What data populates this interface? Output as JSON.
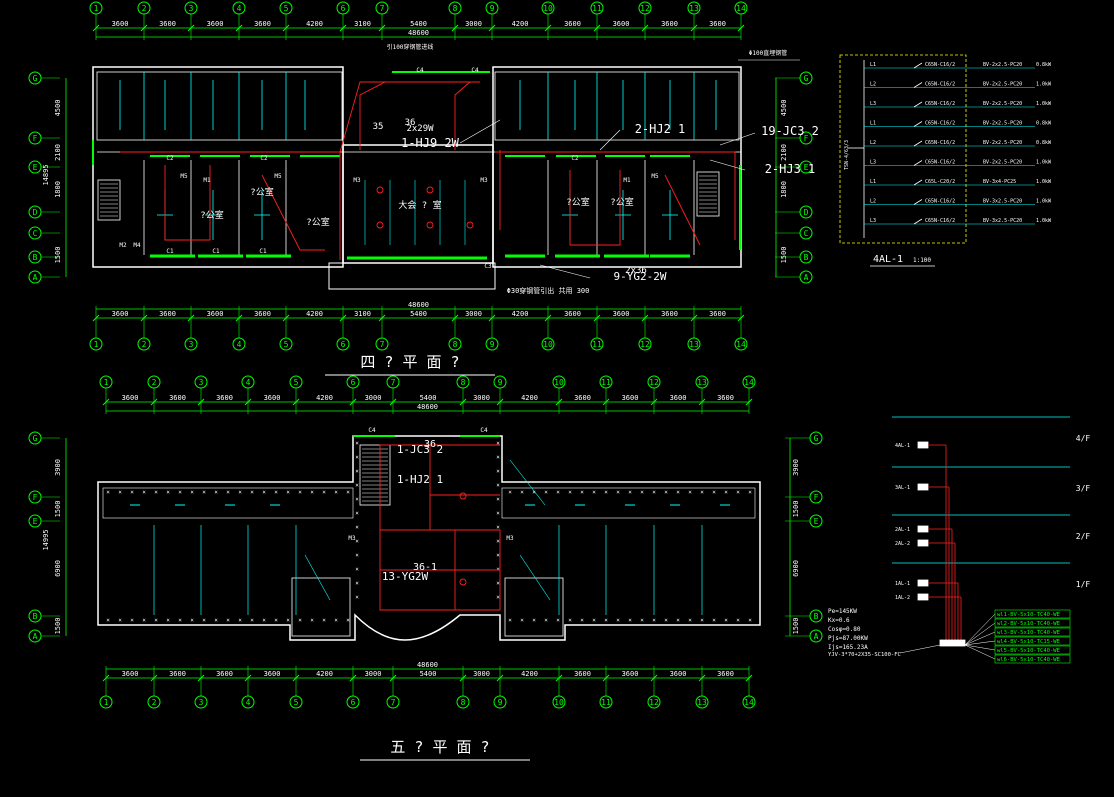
{
  "colors": {
    "background": "#000000",
    "axis": "#00ff00",
    "wall": "#ffffff",
    "wire": "#ff2020",
    "fixture": "#00ffff",
    "label": "#ffffff",
    "panel": "#ffff00",
    "highlight": "#00ff00"
  },
  "plan4": {
    "title": "四 ? 平 面 ?",
    "axis_labels": [
      "1",
      "2",
      "3",
      "4",
      "5",
      "6",
      "7",
      "8",
      "9",
      "10",
      "11",
      "12",
      "13",
      "14"
    ],
    "span_labels": [
      "3600",
      "3600",
      "3600",
      "3600",
      "4200",
      "3100",
      "5400",
      "3000",
      "4200",
      "3600",
      "3600",
      "3600",
      "3600"
    ],
    "total_length": "48600",
    "row_labels": [
      "G",
      "F",
      "E",
      "D",
      "C",
      "B",
      "A"
    ],
    "left_dims": [
      "4500",
      "2100",
      "1800",
      "1500"
    ],
    "left_total": "14895",
    "right_dims": [
      "4500",
      "2100",
      "1800",
      "1500"
    ],
    "room_names": [
      "?公室",
      "?公室",
      "?公室",
      "大会 ? 室",
      "?公室",
      "?公室"
    ],
    "door_tags": [
      "C1",
      "C1",
      "C1",
      "C2",
      "C2",
      "C2",
      "C3",
      "C4",
      "C4",
      "M1",
      "M1",
      "M2",
      "M3",
      "M3",
      "M4",
      "M5",
      "M5",
      "M5"
    ],
    "annotations": [
      {
        "text": "1-HJ9 2W",
        "color": "white"
      },
      {
        "text": "2-HJ2 1",
        "color": "white"
      },
      {
        "text": "19-JC3 2",
        "color": "white"
      },
      {
        "text": "2-HJ3 1",
        "color": "white"
      },
      {
        "text": "9-YG2-2W",
        "color": "white"
      },
      {
        "text": "2x36",
        "color": "white"
      },
      {
        "text": "36",
        "color": "white"
      },
      {
        "text": "2x29W",
        "color": "white"
      },
      {
        "text": "35",
        "color": "white"
      }
    ],
    "top_note": "引100穿钢管进线",
    "right_note": "Φ100直埋钢管",
    "bottom_note": "Φ30穿钢管引出 共用 300"
  },
  "plan5": {
    "title": "五 ? 平 面 ?",
    "axis_labels": [
      "1",
      "2",
      "3",
      "4",
      "5",
      "6",
      "7",
      "8",
      "9",
      "10",
      "11",
      "12",
      "13",
      "14"
    ],
    "span_labels": [
      "3600",
      "3600",
      "3600",
      "3600",
      "4200",
      "3000",
      "5400",
      "3000",
      "4200",
      "3600",
      "3600",
      "3600",
      "3600"
    ],
    "total_length": "48600",
    "row_labels": [
      "G",
      "F",
      "E",
      "B",
      "A"
    ],
    "left_dims": [
      "3900",
      "1500",
      "6900",
      "1500"
    ],
    "left_total": "14995",
    "right_dims": [
      "3900",
      "1500",
      "6900",
      "1500"
    ],
    "annotations": [
      {
        "text": "1-JC3 2",
        "color": "white"
      },
      {
        "text": "1-HJ2 1",
        "color": "white"
      },
      {
        "text": "13-YG2W",
        "color": "white"
      },
      {
        "text": "36",
        "color": "white"
      },
      {
        "text": "36-1",
        "color": "white"
      }
    ],
    "door_tags": [
      "C4",
      "C4",
      "M3",
      "M3"
    ]
  },
  "panel_4al1": {
    "title": "4AL-1",
    "scale": "1:100",
    "incoming": "TSN-4/63/3",
    "circuits": [
      {
        "id": "L1",
        "breaker": "C65N-C16/2",
        "cable": "BV-2x2.5-PC20",
        "load": "0.8kW"
      },
      {
        "id": "L2",
        "breaker": "C65N-C16/2",
        "cable": "BV-2x2.5-PC20",
        "load": "1.0kW"
      },
      {
        "id": "L3",
        "breaker": "C65N-C16/2",
        "cable": "BV-2x2.5-PC20",
        "load": "1.0kW"
      },
      {
        "id": "L1",
        "breaker": "C65N-C16/2",
        "cable": "BV-2x2.5-PC20",
        "load": "0.8kW"
      },
      {
        "id": "L2",
        "breaker": "C65N-C16/2",
        "cable": "BV-2x2.5-PC20",
        "load": "0.8kW"
      },
      {
        "id": "L3",
        "breaker": "C65N-C16/2",
        "cable": "BV-2x2.5-PC20",
        "load": "1.0kW"
      },
      {
        "id": "L1",
        "breaker": "C65L-C20/2",
        "cable": "BV-3x4-PC25",
        "load": "1.0kW"
      },
      {
        "id": "L2",
        "breaker": "C65N-C16/2",
        "cable": "BV-3x2.5-PC20",
        "load": "1.0kW"
      },
      {
        "id": "L3",
        "breaker": "C65N-C16/2",
        "cable": "BV-3x2.5-PC20",
        "load": "1.0kW"
      }
    ]
  },
  "riser": {
    "floors": [
      "4/F",
      "3/F",
      "2/F",
      "1/F"
    ],
    "boxes": [
      {
        "floor": "4/F",
        "label": "4AL-1"
      },
      {
        "floor": "3/F",
        "label": "3AL-1"
      },
      {
        "floor": "2/F",
        "label": "2AL-1"
      },
      {
        "floor": "2/F",
        "label": "2AL-2"
      },
      {
        "floor": "1/F",
        "label": "1AL-1"
      },
      {
        "floor": "1/F",
        "label": "1AL-2"
      }
    ],
    "feeders": [
      "wl1-BV-5x10-TC40-WE",
      "wl2-BV-5x10-TC40-WE",
      "wl3-BV-5x10-TC40-WE",
      "wl4-BV-5x10-TC15-WE",
      "wl5-BV-5x10-TC40-WE",
      "wl6-BV-5x10-TC40-WE"
    ],
    "load_calc": [
      "Pe=145KW",
      "Kx=0.6",
      "Cosφ=0.80",
      "Pjs=87.00KW",
      "Ijs=165.23A"
    ],
    "main_cable": "YJV-3*70+2X35-SC100-FC"
  }
}
